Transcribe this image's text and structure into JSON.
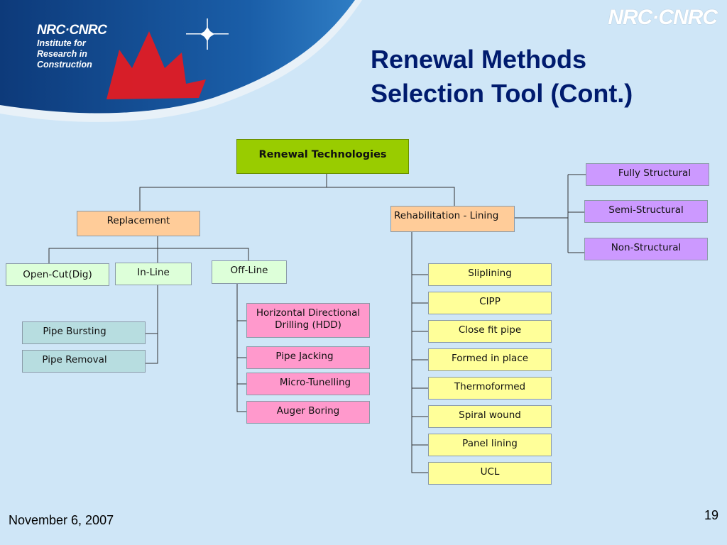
{
  "header": {
    "org_logo": "NRC·CNRC",
    "org_lines": [
      "Institute for",
      "Research in",
      "Construction"
    ],
    "corner_logo": "NRC·CNRC",
    "title_line1": "Renewal Methods",
    "title_line2": "Selection Tool (Cont.)"
  },
  "diagram": {
    "root": "Renewal Technologies",
    "replacement": {
      "label": "Replacement",
      "open_cut": "Open-Cut(Dig)",
      "in_line": {
        "label": "In-Line",
        "children": [
          "Pipe Bursting",
          "Pipe Removal"
        ]
      },
      "off_line": {
        "label": "Off-Line",
        "children": [
          "Horizontal Directional Drilling (HDD)",
          "Pipe Jacking",
          "Micro-Tunelling",
          "Auger Boring"
        ]
      }
    },
    "rehabilitation": {
      "label": "Rehabilitation - Lining",
      "structural": [
        "Fully Structural",
        "Semi-Structural",
        "Non-Structural"
      ],
      "methods": [
        "Sliplining",
        "CIPP",
        "Close fit pipe",
        "Formed in place",
        "Thermoformed",
        "Spiral wound",
        "Panel lining",
        "UCL"
      ]
    }
  },
  "footer": {
    "date": "November 6, 2007",
    "page": "19"
  }
}
